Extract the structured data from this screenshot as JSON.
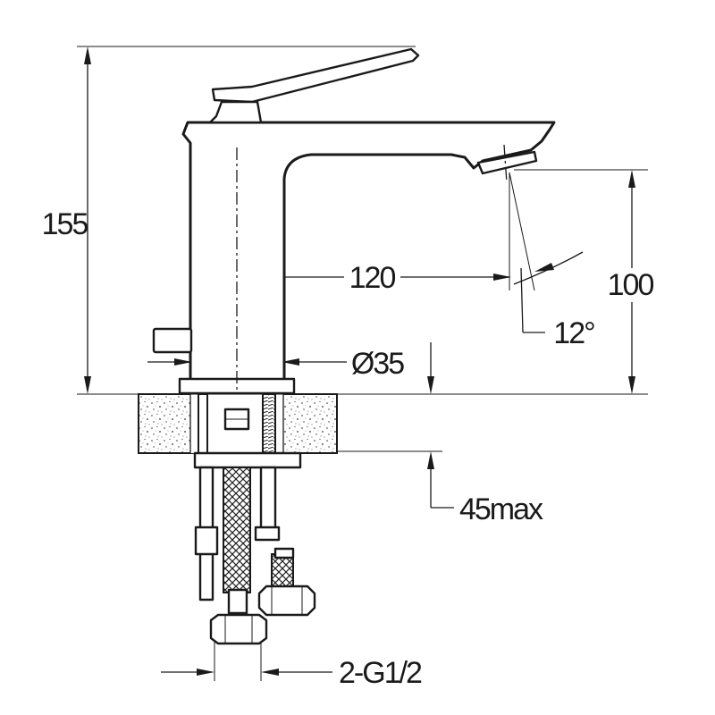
{
  "dimensions": {
    "total_height": "155",
    "spout_reach": "120",
    "outlet_height": "100",
    "spout_angle": "12°",
    "base_diameter": "Ø35",
    "max_deck_thickness": "45max",
    "connections": "2-G1/2"
  }
}
